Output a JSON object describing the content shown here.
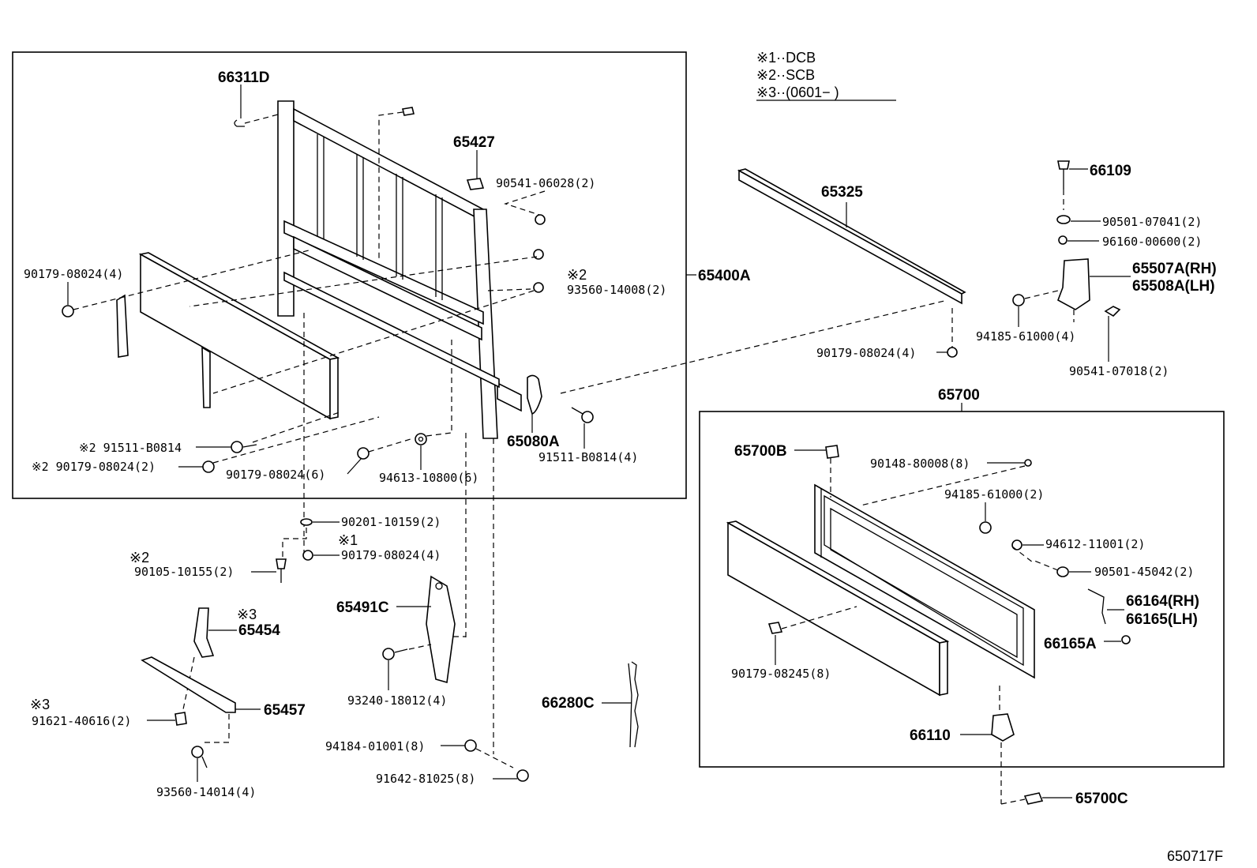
{
  "legend": {
    "note1": "※1··DCB",
    "note2": "※2··SCB",
    "note3": "※3··(0601−        )"
  },
  "labels": {
    "p66311D": "66311D",
    "p65427": "65427",
    "p90541_06028": "90541-06028(2)",
    "p90179_08024_4a": "90179-08024(4)",
    "mark2_a": "※2",
    "p93560_14008": "93560-14008(2)",
    "p65400A": "65400A",
    "p91511_B0814": "※2 91511-B0814",
    "p90179_08024_2": "※2 90179-08024(2)",
    "p90179_08024_6": "90179-08024(6)",
    "p94613_10800": "94613-10800(6)",
    "p65080A": "65080A",
    "p91511_B0814_4": "91511-B0814(4)",
    "p65325": "65325",
    "p66109": "66109",
    "p90501_07041": "90501-07041(2)",
    "p96160_00600": "96160-00600(2)",
    "p65507A": "65507A(RH)",
    "p65508A": "65508A(LH)",
    "p94185_61000_4": "94185-61000(4)",
    "p90179_08024_4b": "90179-08024(4)",
    "p90541_07018": "90541-07018(2)",
    "p65700": "65700",
    "p65700B": "65700B",
    "p90148_80008": "90148-80008(8)",
    "p94185_61000_2": "94185-61000(2)",
    "p94612_11001": "94612-11001(2)",
    "p90501_45042": "90501-45042(2)",
    "p66164": "66164(RH)",
    "p66165": "66165(LH)",
    "p66165A": "66165A",
    "p90179_08245": "90179-08245(8)",
    "p66110": "66110",
    "p65700C": "65700C",
    "p90201_10159": "90201-10159(2)",
    "mark1": "※1",
    "p90179_08024_4c": "90179-08024(4)",
    "mark2_b": "※2",
    "p90105_10155": "90105-10155(2)",
    "mark3_a": "※3",
    "p65454": "65454",
    "p65491C": "65491C",
    "p65457": "65457",
    "mark3_b": "※3",
    "p91621_40616": "91621-40616(2)",
    "p93240_18012": "93240-18012(4)",
    "p93560_14014": "93560-14014(4)",
    "p94184_01001": "94184-01001(8)",
    "p91642_81025": "91642-81025(8)",
    "p66280C": "66280C",
    "diagram_code": "650717F"
  }
}
